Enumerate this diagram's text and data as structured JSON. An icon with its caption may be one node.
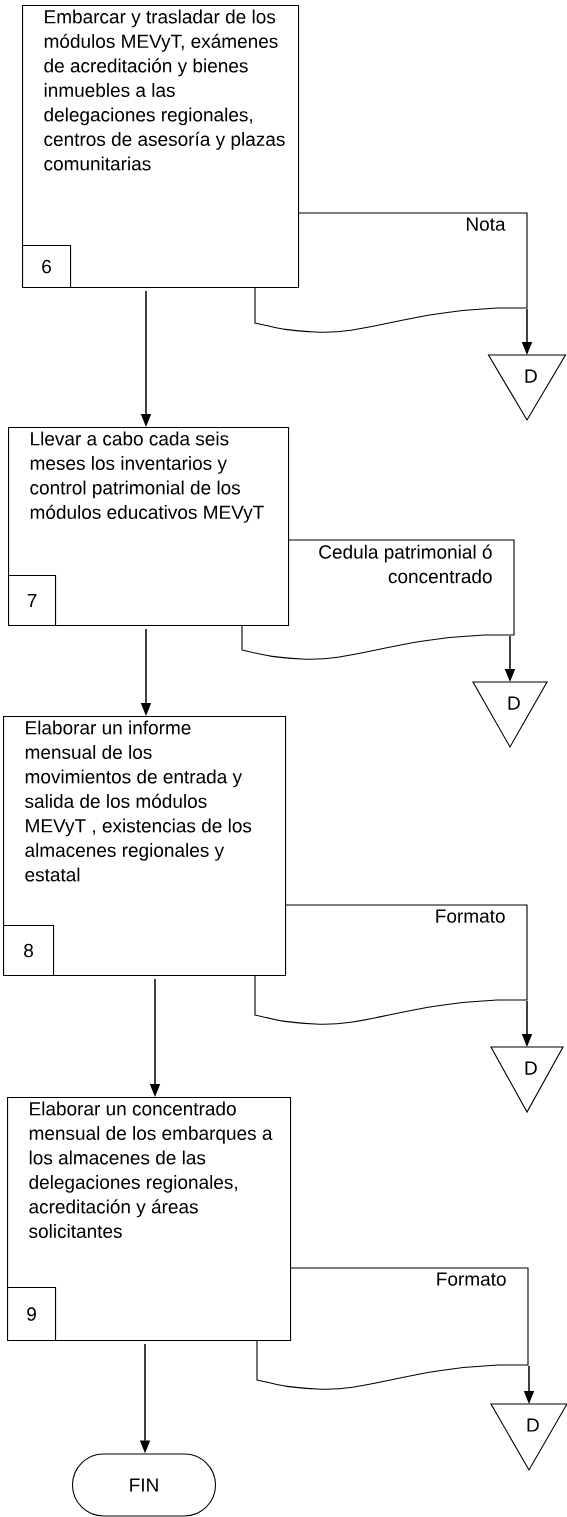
{
  "diagram": {
    "nodes": [
      {
        "text": [
          "Embarcar y trasladar de los módulos MEVyT, exámenes de acreditación y bienes inmuebles a las delegaciones regionales, centros de asesoría y plazas comunitarias"
        ]
      },
      {
        "text": [
          "6"
        ],
        "in": 0
      },
      {
        "text": [
          "Nota"
        ]
      },
      {
        "text": [
          "D"
        ]
      },
      {
        "text": [
          "Llevar a cabo cada seis meses los inventarios y control patrimonial de los módulos educativos MEVyT"
        ]
      },
      {
        "text": [
          "7"
        ],
        "in": 4
      },
      {
        "text": [
          "Cedula patrimonial ó concentrado"
        ]
      },
      {
        "text": [
          "D"
        ]
      },
      {
        "text": [
          "Elaborar un informe mensual de los movimientos de entrada y salida de los módulos MEVyT , existencias de los almacenes regionales y estatal"
        ]
      },
      {
        "text": [
          "8"
        ],
        "in": 8
      },
      {
        "text": [
          "Formato"
        ]
      },
      {
        "text": [
          "D"
        ]
      },
      {
        "text": [
          "Elaborar un concentrado mensual de los embarques a los almacenes de las delegaciones regionales, acreditación y áreas solicitantes"
        ]
      },
      {
        "text": [
          "9"
        ],
        "in": 12
      },
      {
        "text": [
          "Formato"
        ]
      },
      {
        "text": [
          "D"
        ]
      },
      {
        "text": [
          "FIN"
        ]
      }
    ],
    "edges": [
      {
        "from": 0,
        "to": 4,
        "arrow": "to"
      },
      {
        "from": 2,
        "to": 3,
        "arrow": "to"
      },
      {
        "from": 4,
        "to": 8,
        "arrow": "to"
      },
      {
        "from": 6,
        "to": 7,
        "arrow": "to"
      },
      {
        "from": 8,
        "to": 12,
        "arrow": "to"
      },
      {
        "from": 10,
        "to": 11,
        "arrow": "to"
      },
      {
        "from": 12,
        "to": 16,
        "arrow": "to"
      },
      {
        "from": 14,
        "to": 15,
        "arrow": "to"
      }
    ]
  }
}
